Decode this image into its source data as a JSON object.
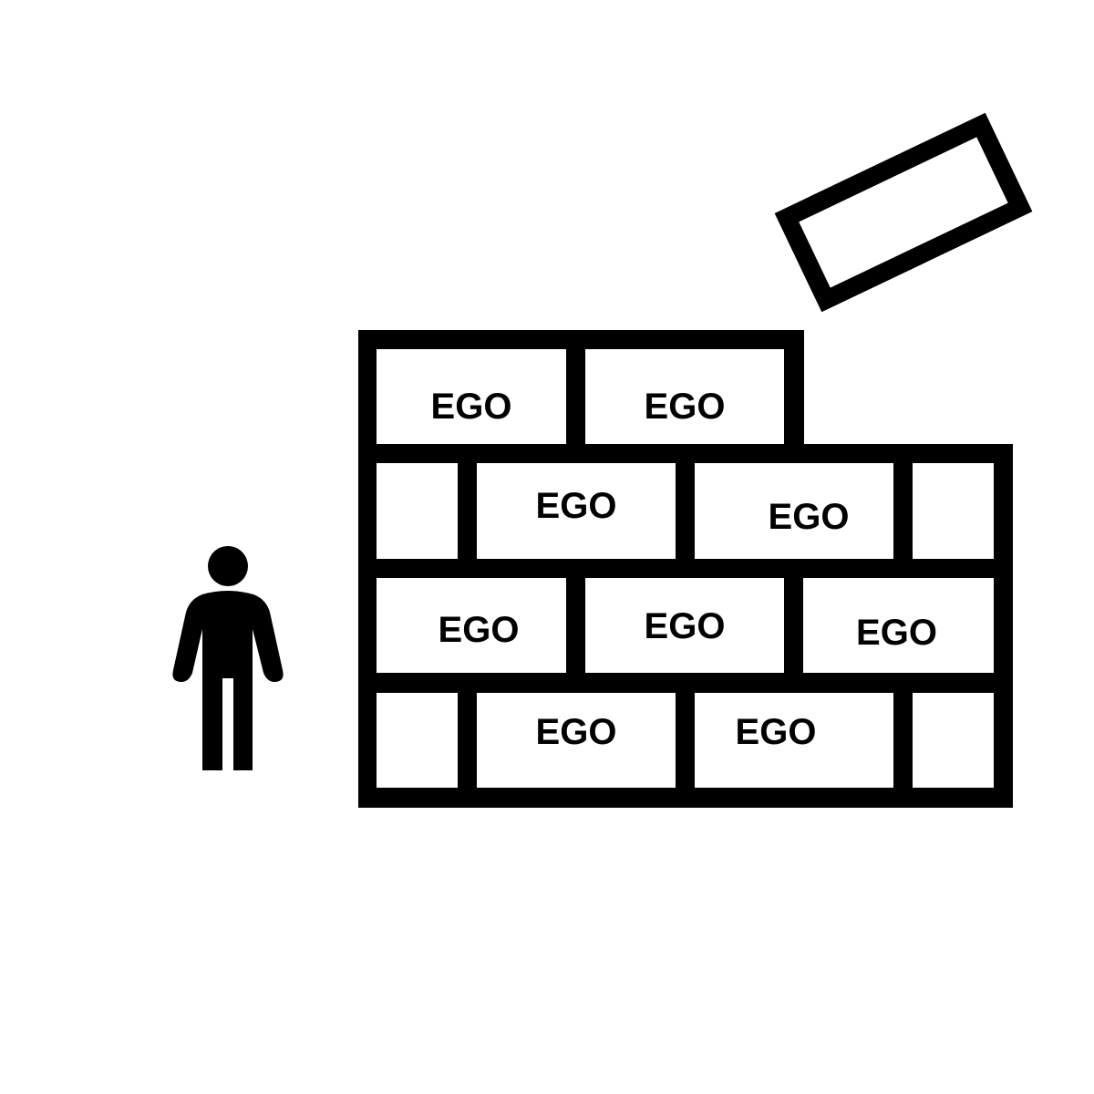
{
  "colors": {
    "ink": "#000000",
    "background": "#ffffff"
  },
  "figure_icon": "person-standing-icon",
  "wall": {
    "rows": [
      {
        "bricks": [
          "EGO",
          "EGO"
        ]
      },
      {
        "bricks": [
          "",
          "EGO",
          "EGO",
          ""
        ]
      },
      {
        "bricks": [
          "EGO",
          "EGO",
          "EGO"
        ]
      },
      {
        "bricks": [
          "",
          "EGO",
          "EGO",
          ""
        ]
      }
    ]
  },
  "loose_brick": {
    "label": ""
  }
}
